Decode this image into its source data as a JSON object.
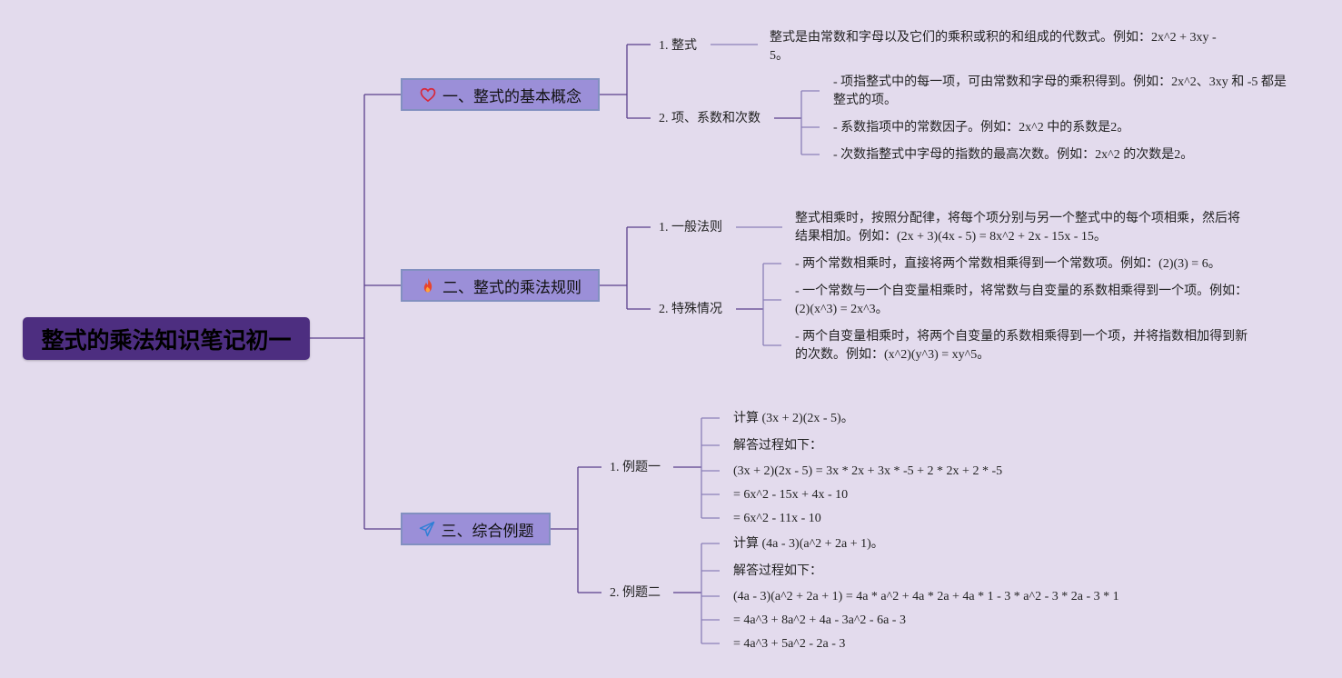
{
  "root": {
    "title": "整式的乘法知识笔记初一"
  },
  "sections": [
    {
      "title": "一、整式的基本概念",
      "icon": "heart-icon"
    },
    {
      "title": "二、整式的乘法规则",
      "icon": "fire-icon"
    },
    {
      "title": "三、综合例题",
      "icon": "paper-plane-icon"
    }
  ],
  "s1": {
    "topic1": {
      "label": "1. 整式",
      "text": "整式是由常数和字母以及它们的乘积或积的和组成的代数式。例如：2x^2 + 3xy - 5。"
    },
    "topic2": {
      "label": "2. 项、系数和次数",
      "items": [
        "- 项指整式中的每一项，可由常数和字母的乘积得到。例如：2x^2、3xy 和 -5 都是整式的项。",
        "- 系数指项中的常数因子。例如：2x^2 中的系数是2。",
        "- 次数指整式中字母的指数的最高次数。例如：2x^2 的次数是2。"
      ]
    }
  },
  "s2": {
    "topic1": {
      "label": "1. 一般法则",
      "text": "整式相乘时，按照分配律，将每个项分别与另一个整式中的每个项相乘，然后将结果相加。例如：(2x + 3)(4x - 5) = 8x^2 + 2x - 15x - 15。"
    },
    "topic2": {
      "label": "2. 特殊情况",
      "items": [
        "- 两个常数相乘时，直接将两个常数相乘得到一个常数项。例如：(2)(3) = 6。",
        "- 一个常数与一个自变量相乘时，将常数与自变量的系数相乘得到一个项。例如：(2)(x^3) = 2x^3。",
        "- 两个自变量相乘时，将两个自变量的系数相乘得到一个项，并将指数相加得到新的次数。例如：(x^2)(y^3) = xy^5。"
      ]
    }
  },
  "s3": {
    "example1": {
      "label": "1. 例题一",
      "lines": [
        "计算 (3x + 2)(2x - 5)。",
        "解答过程如下：",
        "(3x + 2)(2x - 5) = 3x * 2x + 3x * -5 + 2 * 2x + 2 * -5",
        "= 6x^2 - 15x + 4x - 10",
        "= 6x^2 - 11x - 10"
      ]
    },
    "example2": {
      "label": "2. 例题二",
      "lines": [
        "计算 (4a - 3)(a^2 + 2a + 1)。",
        "解答过程如下：",
        "(4a - 3)(a^2 + 2a + 1) = 4a * a^2 + 4a * 2a + 4a * 1 - 3 * a^2 - 3 * 2a - 3 * 1",
        "= 4a^3 + 8a^2 + 4a - 3a^2 - 6a - 3",
        "= 4a^3 + 5a^2 - 2a - 3"
      ]
    }
  },
  "colors": {
    "background": "#e3dbed",
    "root": "#4d2e80",
    "section": "#9b8fd8",
    "line": "#8a7fb8",
    "line_dark": "#5a3f8c"
  }
}
